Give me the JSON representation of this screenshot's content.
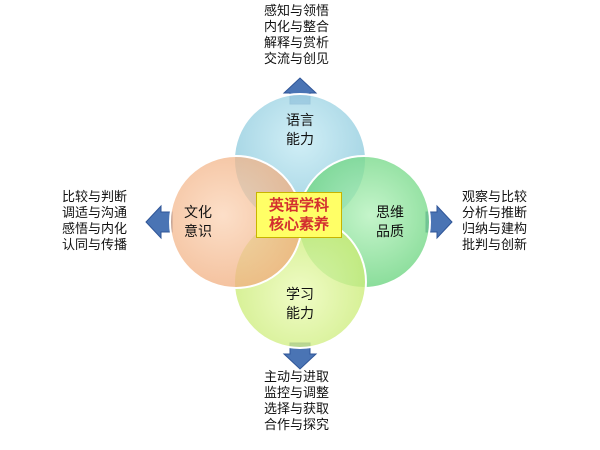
{
  "colors": {
    "language": "#9fd3e3",
    "thinking": "#7fdc8f",
    "learning": "#d6f28a",
    "culture": "#f5b98c",
    "arrow": "#4a74b4",
    "center_bg": "#ffff66",
    "center_text": "#d32f2f"
  },
  "center": {
    "line1": "英语学科",
    "line2": "核心素养"
  },
  "circles": {
    "language": {
      "line1": "语言",
      "line2": "能力"
    },
    "thinking": {
      "line1": "思维",
      "line2": "品质"
    },
    "learning": {
      "line1": "学习",
      "line2": "能力"
    },
    "culture": {
      "line1": "文化",
      "line2": "意识"
    }
  },
  "lists": {
    "top": [
      "感知与领悟",
      "内化与整合",
      "解释与赏析",
      "交流与创见"
    ],
    "right": [
      "观察与比较",
      "分析与推断",
      "归纳与建构",
      "批判与创新"
    ],
    "bottom": [
      "主动与进取",
      "监控与调整",
      "选择与获取",
      "合作与探究"
    ],
    "left": [
      "比较与判断",
      "调适与沟通",
      "感悟与内化",
      "认同与传播"
    ]
  }
}
